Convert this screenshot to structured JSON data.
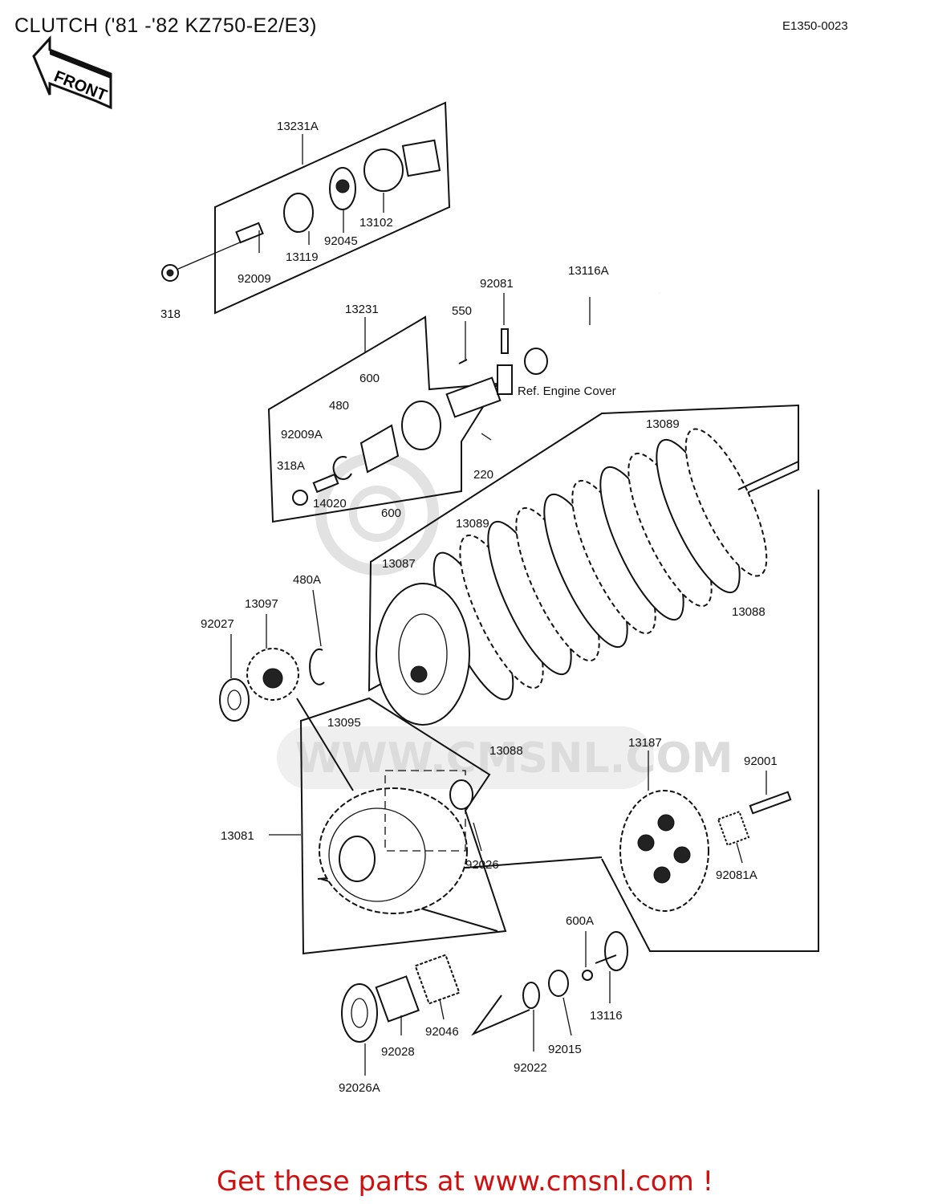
{
  "title": "CLUTCH ('81 -'82 KZ750-E2/E3)",
  "diagram_code": "E1350-0023",
  "front_arrow_label": "FRONT",
  "watermark": "WWW.CMSNL.COM",
  "reference_note": "Ref.  Engine Cover",
  "footer_link": "Get these parts at www.cmsnl.com !",
  "parts": {
    "p13231A": "13231A",
    "p13102": "13102",
    "p92045": "92045",
    "p13119": "13119",
    "p92009": "92009",
    "p318": "318",
    "p13231": "13231",
    "p600_top": "600",
    "p480": "480",
    "p92009A": "92009A",
    "p318A": "318A",
    "p14020": "14020",
    "p600_bottom": "600",
    "p550": "550",
    "p92081": "92081",
    "p13116A": "13116A",
    "p220": "220",
    "p13089_top": "13089",
    "p13089_mid": "13089",
    "p13088_right": "13088",
    "p13087": "13087",
    "p480A": "480A",
    "p13097": "13097",
    "p92027": "92027",
    "p13088_bottom": "13088",
    "p13095": "13095",
    "p13081": "13081",
    "p92026": "92026",
    "p13187": "13187",
    "p92001": "92001",
    "p92081A": "92081A",
    "p600A": "600A",
    "p13116": "13116",
    "p92046": "92046",
    "p92028": "92028",
    "p92026A": "92026A",
    "p92015": "92015",
    "p92022": "92022"
  }
}
